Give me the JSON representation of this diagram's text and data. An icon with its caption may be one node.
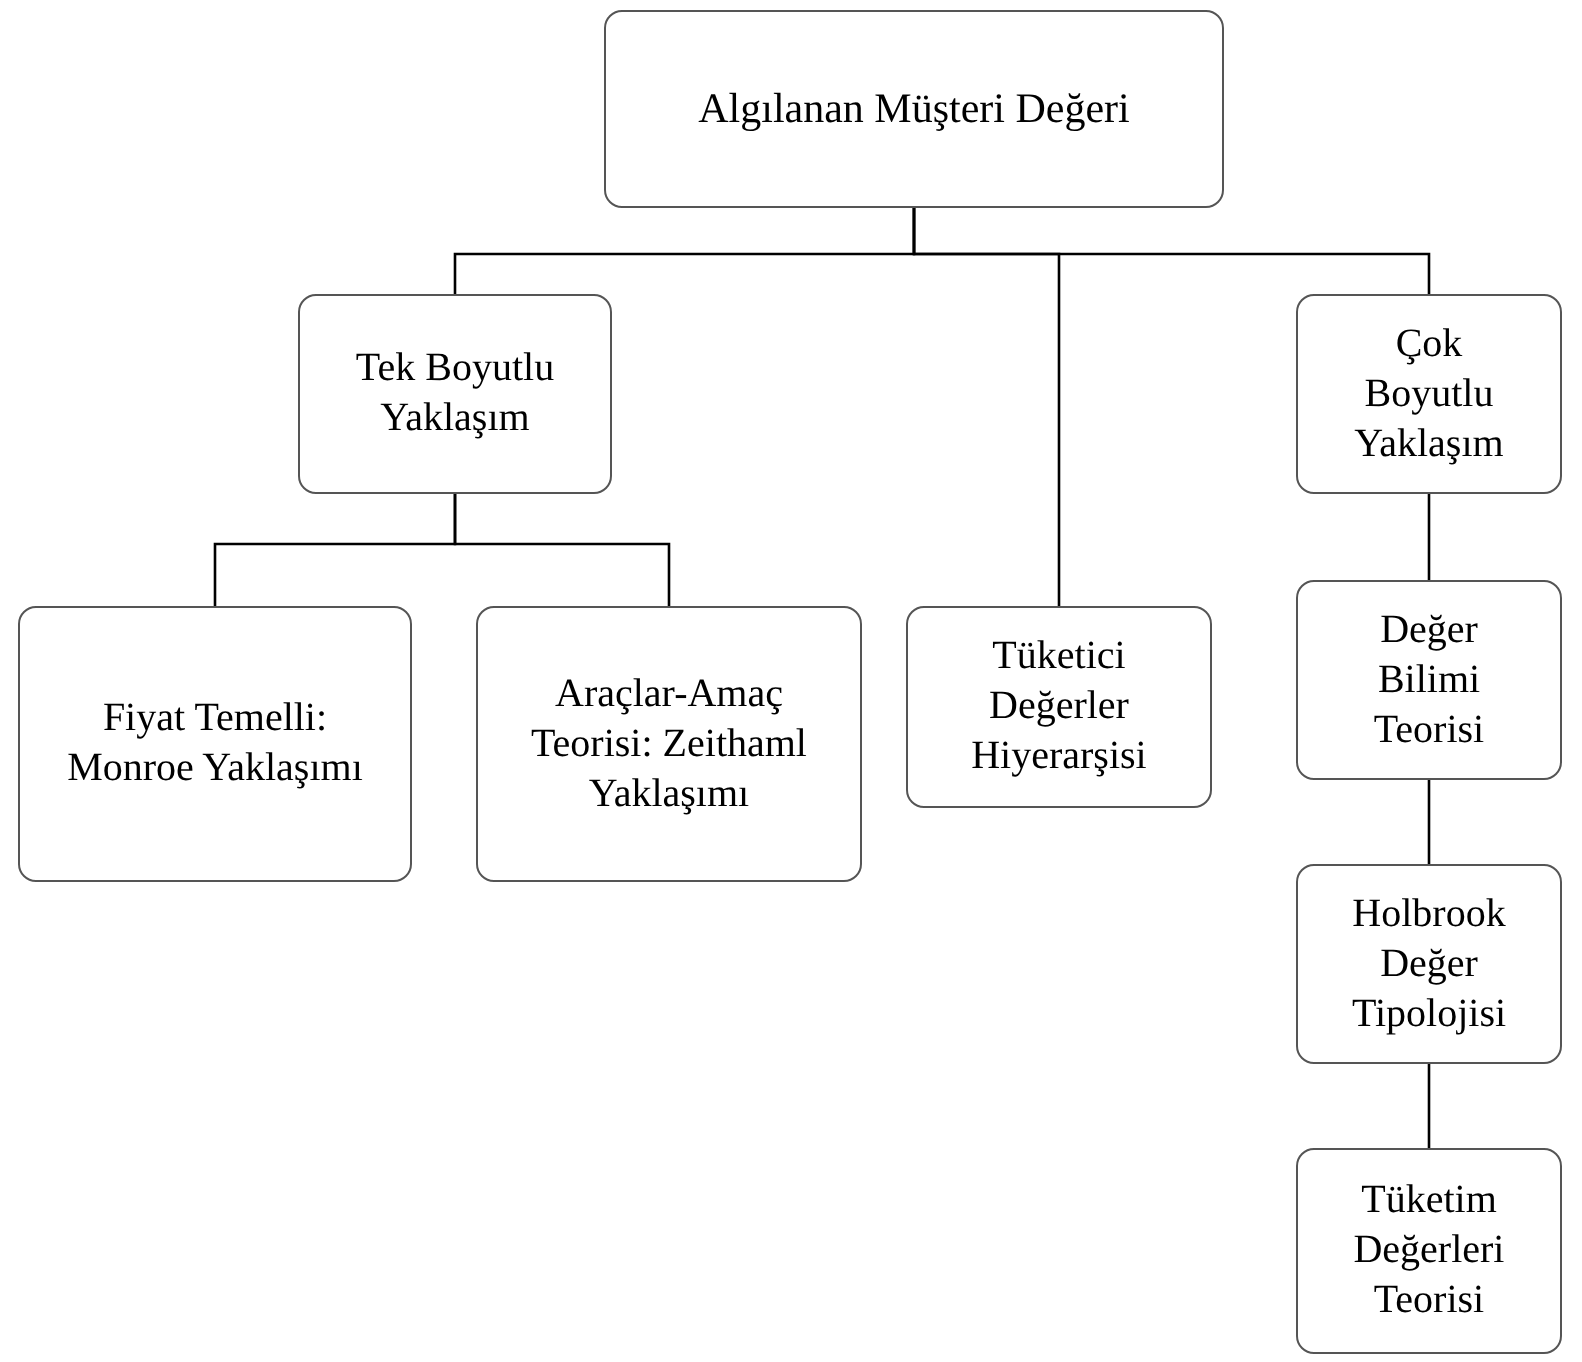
{
  "diagram": {
    "nodes": [
      {
        "text": [
          "Algılanan Müşteri Değeri"
        ]
      },
      {
        "text": [
          "Tek Boyutlu Yaklaşım"
        ]
      },
      {
        "text": [
          "Fiyat Temelli: Monroe Yaklaşımı"
        ]
      },
      {
        "text": [
          "Araçlar-Amaç Teorisi: Zeithaml Yaklaşımı"
        ]
      },
      {
        "text": [
          "Tüketici Değerler Hiyerarşisi"
        ]
      },
      {
        "text": [
          "Çok Boyutlu Yaklaşım"
        ]
      },
      {
        "text": [
          "Değer Bilimi Teorisi"
        ]
      },
      {
        "text": [
          "Holbrook Değer Tipolojisi"
        ]
      },
      {
        "text": [
          "Tüketim Değerleri Teorisi"
        ]
      }
    ],
    "edges": [
      {
        "from": 0,
        "to": 1,
        "arrow": "none"
      },
      {
        "from": 0,
        "to": 4,
        "arrow": "none"
      },
      {
        "from": 0,
        "to": 5,
        "arrow": "none"
      },
      {
        "from": 1,
        "to": 2,
        "arrow": "none"
      },
      {
        "from": 1,
        "to": 3,
        "arrow": "none"
      },
      {
        "from": 5,
        "to": 6,
        "arrow": "none"
      },
      {
        "from": 6,
        "to": 7,
        "arrow": "none"
      },
      {
        "from": 7,
        "to": 8,
        "arrow": "none"
      }
    ]
  }
}
